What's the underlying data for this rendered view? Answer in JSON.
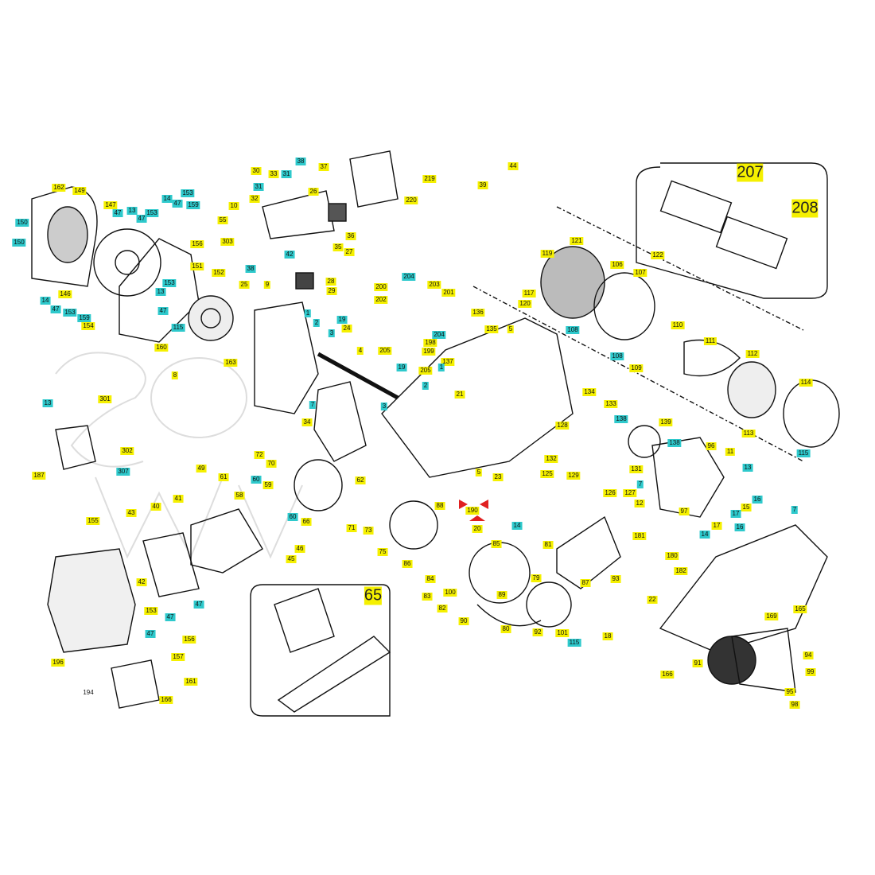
{
  "title": "Exploded engine parts diagram",
  "colors": {
    "highlight_yellow": "#f5f000",
    "highlight_cyan": "#2ec9cc",
    "selected_arrow": "#e02020"
  },
  "kits": {
    "gasket_oilseal_kit": "207",
    "gasket_kit": "208",
    "conrod_kit": "65"
  },
  "labels": [
    "162",
    "149",
    "150",
    "150",
    "147",
    "47",
    "13",
    "47",
    "153",
    "14",
    "47",
    "153",
    "159",
    "156",
    "151",
    "146",
    "14",
    "47",
    "153",
    "159",
    "154",
    "153",
    "13",
    "47",
    "115",
    "160",
    "152",
    "38",
    "25",
    "9",
    "30",
    "31",
    "32",
    "33",
    "31",
    "38",
    "37",
    "26",
    "10",
    "55",
    "303",
    "42",
    "35",
    "27",
    "36",
    "28",
    "29",
    "219",
    "220",
    "44",
    "39",
    "204",
    "200",
    "202",
    "203",
    "201",
    "19",
    "24",
    "1",
    "2",
    "3",
    "4",
    "198",
    "199",
    "205",
    "204",
    "19",
    "205",
    "2",
    "3",
    "163",
    "8",
    "7",
    "34",
    "136",
    "135",
    "5",
    "137",
    "1",
    "21",
    "13",
    "301",
    "302",
    "307",
    "187",
    "72",
    "70",
    "49",
    "61",
    "60",
    "59",
    "58",
    "62",
    "60",
    "66",
    "71",
    "73",
    "75",
    "88",
    "86",
    "5",
    "23",
    "190",
    "20",
    "14",
    "85",
    "84",
    "83",
    "100",
    "89",
    "82",
    "90",
    "80",
    "79",
    "92",
    "101",
    "115",
    "81",
    "87",
    "93",
    "18",
    "181",
    "180",
    "182",
    "22",
    "165",
    "169",
    "166",
    "91",
    "94",
    "99",
    "95",
    "98",
    "121",
    "119",
    "117",
    "120",
    "106",
    "107",
    "122",
    "108",
    "108",
    "109",
    "110",
    "111",
    "112",
    "114",
    "113",
    "115",
    "134",
    "133",
    "138",
    "139",
    "128",
    "132",
    "125",
    "129",
    "131",
    "138",
    "96",
    "11",
    "13",
    "7",
    "126",
    "127",
    "12",
    "97",
    "15",
    "16",
    "17",
    "16",
    "17",
    "14",
    "7",
    "155",
    "43",
    "40",
    "41",
    "46",
    "45",
    "42",
    "47",
    "153",
    "47",
    "47",
    "156",
    "157",
    "196",
    "194",
    "166",
    "161"
  ]
}
